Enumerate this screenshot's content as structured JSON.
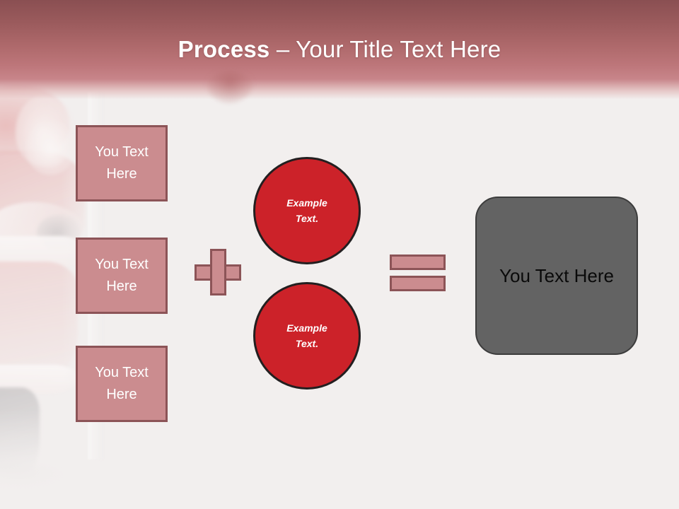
{
  "slide": {
    "title": {
      "bold_part": "Process",
      "rest_part": " – Your Title Text Here"
    },
    "background_color": "#f2efee",
    "header": {
      "gradient_top": "#8a4f52",
      "gradient_bottom": "#c8858a"
    },
    "watermark": {
      "name": "santa-claus-photo",
      "description": "faded santa claus photograph at left edge"
    },
    "input_boxes": [
      {
        "label": "You Text Here"
      },
      {
        "label": "You Text Here"
      },
      {
        "label": "You Text Here"
      }
    ],
    "plus_operator": {
      "symbol": "+",
      "fill_color": "#cb8c8f",
      "border_color": "#8c5457"
    },
    "circles": [
      {
        "line1": "Example",
        "line2": "Text.",
        "fill_color": "#cc2229"
      },
      {
        "line1": "Example",
        "line2": "Text.",
        "fill_color": "#cc2229"
      }
    ],
    "equals_operator": {
      "symbol": "=",
      "fill_color": "#cb8c8f",
      "border_color": "#8c5457"
    },
    "result_box": {
      "label": "You Text Here",
      "fill_color": "#636363",
      "text_color": "#0a0a0a"
    }
  }
}
